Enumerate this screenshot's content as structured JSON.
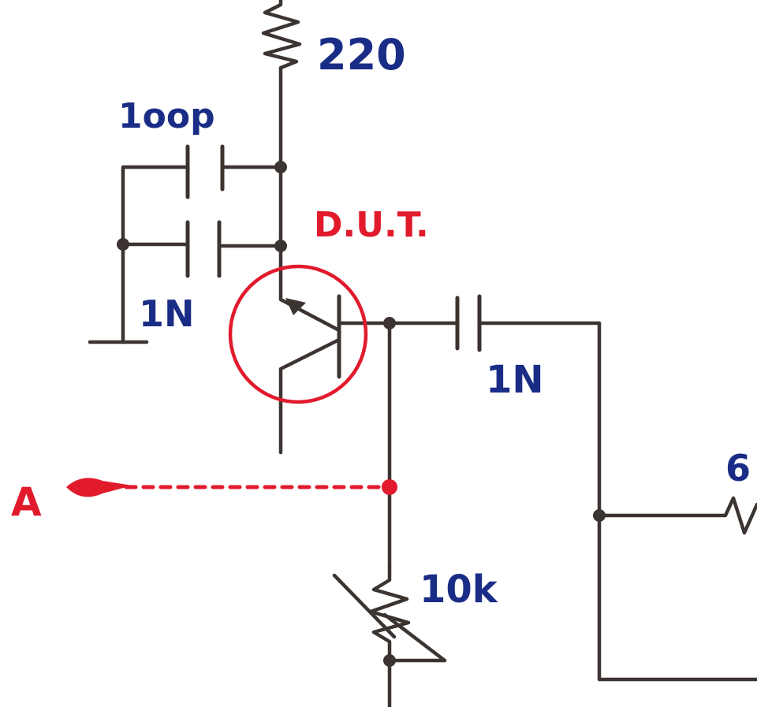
{
  "components": {
    "resistor_top": {
      "label": "220"
    },
    "capacitor_top": {
      "label": "1oop"
    },
    "capacitor_bottom": {
      "label": "1N"
    },
    "capacitor_output": {
      "label": "1N"
    },
    "potentiometer": {
      "label": "10k"
    },
    "resistor_right": {
      "label": "6"
    },
    "transistor": {
      "label": "D.U.T."
    }
  },
  "probe": {
    "label": "A"
  },
  "colors": {
    "wire": "#3b3431",
    "label_blue": "#1a2d86",
    "highlight_red": "#e11a2c",
    "background": "#ffffff"
  }
}
